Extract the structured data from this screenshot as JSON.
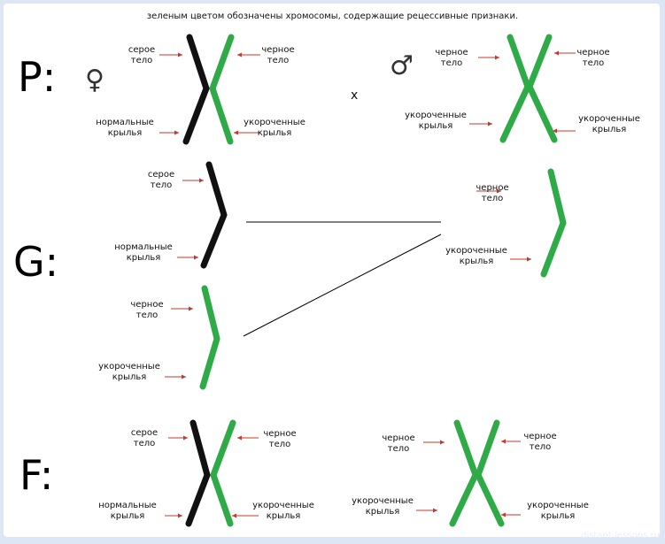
{
  "header": "зеленым цветом обозначены хромосомы, содержащие рецессивные признаки.",
  "generations": {
    "p": "P:",
    "g": "G:",
    "f": "F:"
  },
  "symbols": {
    "female": "♀",
    "male": "♂",
    "cross": "x"
  },
  "labels": {
    "grey_body": [
      "серое",
      "тело"
    ],
    "black_body": [
      "черное",
      "тело"
    ],
    "normal_wings": [
      "нормальные",
      "крылья"
    ],
    "short_wings": [
      "укороченные",
      "крылья"
    ]
  },
  "colors": {
    "dominant_chromosome": "#111111",
    "recessive_chromosome": "#2eaa47",
    "arrow": "#c0392b"
  },
  "watermark": "distant-lessons.ru"
}
